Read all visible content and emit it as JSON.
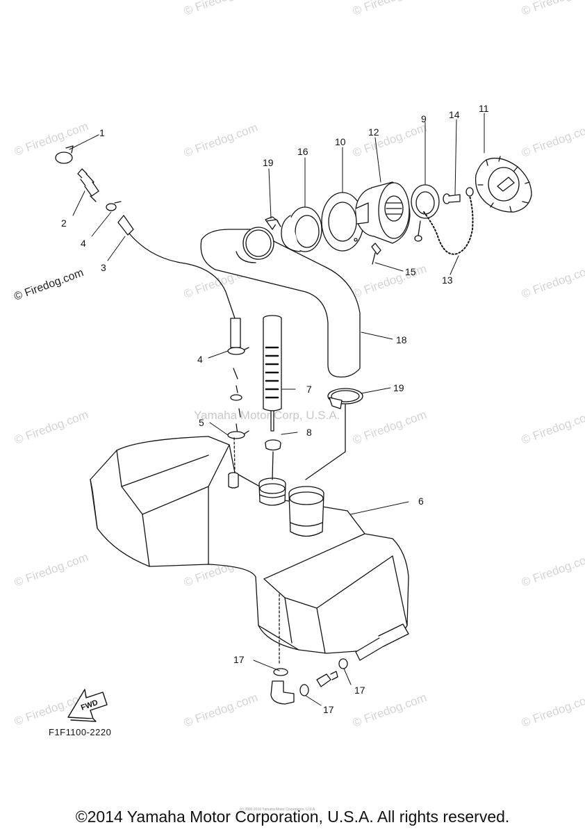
{
  "watermark": {
    "text": "© Firedog.com",
    "center_text": "Yamaha Motor Corp, U.S.A."
  },
  "callouts": {
    "c1": "1",
    "c2": "2",
    "c3": "3",
    "c4a": "4",
    "c4b": "4",
    "c5": "5",
    "c6": "6",
    "c7": "7",
    "c8": "8",
    "c9": "9",
    "c10": "10",
    "c11": "11",
    "c12": "12",
    "c13": "13",
    "c14": "14",
    "c15": "15",
    "c16": "16",
    "c17a": "17",
    "c17b": "17",
    "c17c": "17",
    "c18": "18",
    "c19a": "19",
    "c19b": "19"
  },
  "fwd_label": "FWD",
  "drawing_code": "F1F1100-2220",
  "copyright": "©2014 Yamaha Motor Corporation, U.S.A. All rights reserved.",
  "copyright_small": "(c) 2000-2016 Yamaha Motor Corporation, U.S.A."
}
